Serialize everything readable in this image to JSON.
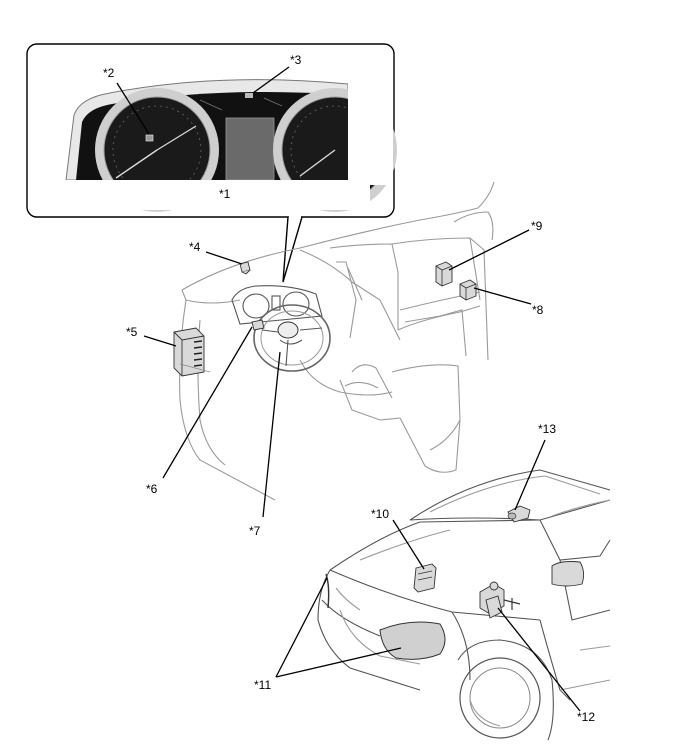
{
  "callouts": [
    {
      "id": "1",
      "label": "*1"
    },
    {
      "id": "2",
      "label": "*2"
    },
    {
      "id": "3",
      "label": "*3"
    },
    {
      "id": "4",
      "label": "*4"
    },
    {
      "id": "5",
      "label": "*5"
    },
    {
      "id": "6",
      "label": "*6"
    },
    {
      "id": "7",
      "label": "*7"
    },
    {
      "id": "8",
      "label": "*8"
    },
    {
      "id": "9",
      "label": "*9"
    },
    {
      "id": "10",
      "label": "*10"
    },
    {
      "id": "11",
      "label": "*11"
    },
    {
      "id": "12",
      "label": "*12"
    },
    {
      "id": "13",
      "label": "*13"
    }
  ]
}
